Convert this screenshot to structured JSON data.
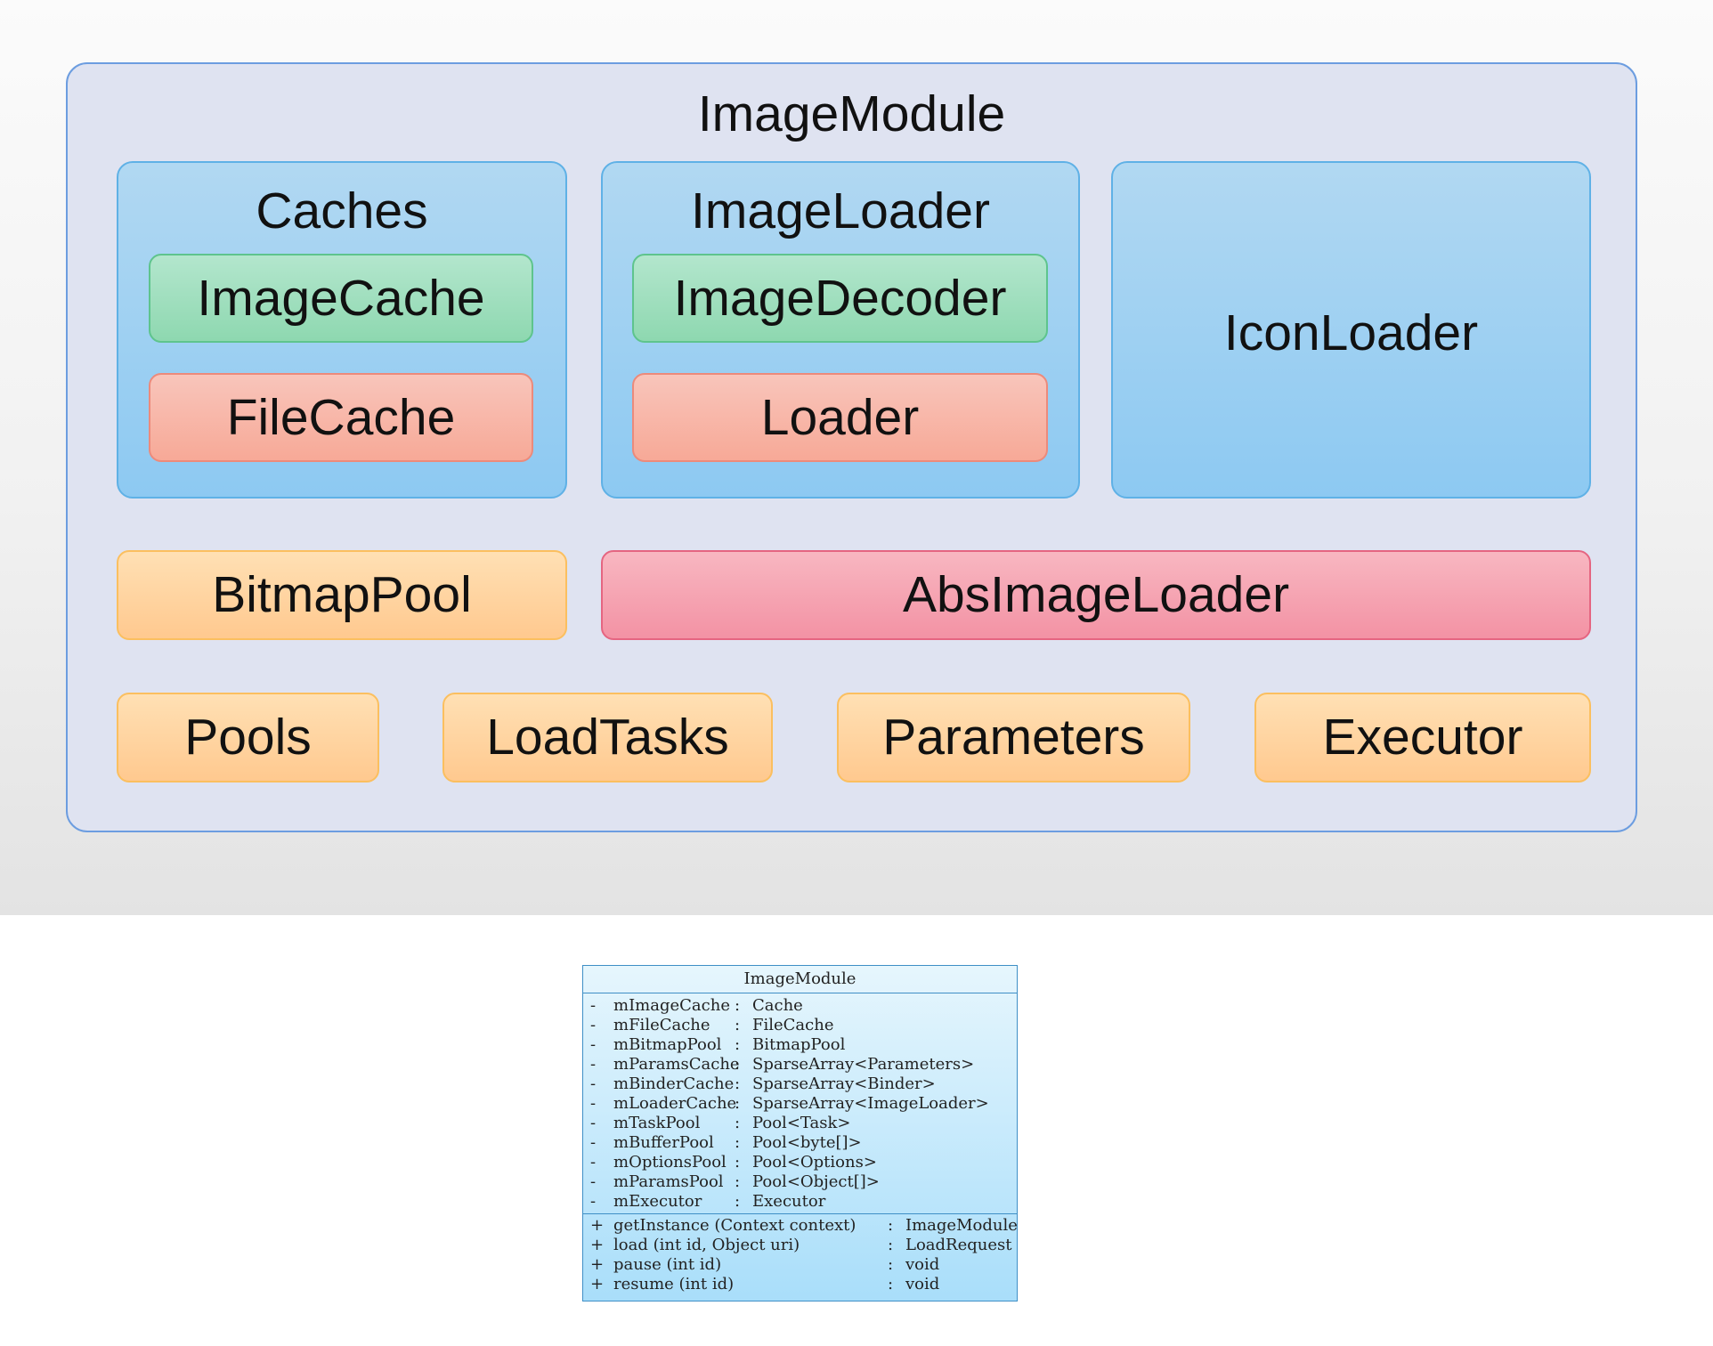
{
  "diagram": {
    "module": {
      "title": "ImageModule",
      "groups": {
        "caches": {
          "title": "Caches",
          "items": [
            "ImageCache",
            "FileCache"
          ]
        },
        "image_loader": {
          "title": "ImageLoader",
          "items": [
            "ImageDecoder",
            "Loader"
          ]
        },
        "icon_loader": {
          "title": "IconLoader"
        }
      },
      "row2": [
        "BitmapPool",
        "AbsImageLoader"
      ],
      "row3": [
        "Pools",
        "LoadTasks",
        "Parameters",
        "Executor"
      ]
    },
    "uml_class": {
      "name": "ImageModule",
      "fields": [
        {
          "vis": "-",
          "name": "mImageCache",
          "type": "Cache"
        },
        {
          "vis": "-",
          "name": "mFileCache",
          "type": "FileCache"
        },
        {
          "vis": "-",
          "name": "mBitmapPool",
          "type": "BitmapPool"
        },
        {
          "vis": "-",
          "name": "mParamsCache",
          "type": "SparseArray<Parameters>"
        },
        {
          "vis": "-",
          "name": "mBinderCache",
          "type": "SparseArray<Binder>"
        },
        {
          "vis": "-",
          "name": "mLoaderCache",
          "type": "SparseArray<ImageLoader>"
        },
        {
          "vis": "-",
          "name": "mTaskPool",
          "type": "Pool<Task>"
        },
        {
          "vis": "-",
          "name": "mBufferPool",
          "type": "Pool<byte[]>"
        },
        {
          "vis": "-",
          "name": "mOptionsPool",
          "type": "Pool<Options>"
        },
        {
          "vis": "-",
          "name": "mParamsPool",
          "type": "Pool<Object[]>"
        },
        {
          "vis": "-",
          "name": "mExecutor",
          "type": "Executor"
        }
      ],
      "methods": [
        {
          "vis": "+",
          "name": "getInstance (Context context)",
          "type": "ImageModule"
        },
        {
          "vis": "+",
          "name": "load (int id, Object uri)",
          "type": "LoadRequest"
        },
        {
          "vis": "+",
          "name": "pause (int id)",
          "type": "void"
        },
        {
          "vis": "+",
          "name": "resume (int id)",
          "type": "void"
        }
      ],
      "separator": ":"
    }
  }
}
